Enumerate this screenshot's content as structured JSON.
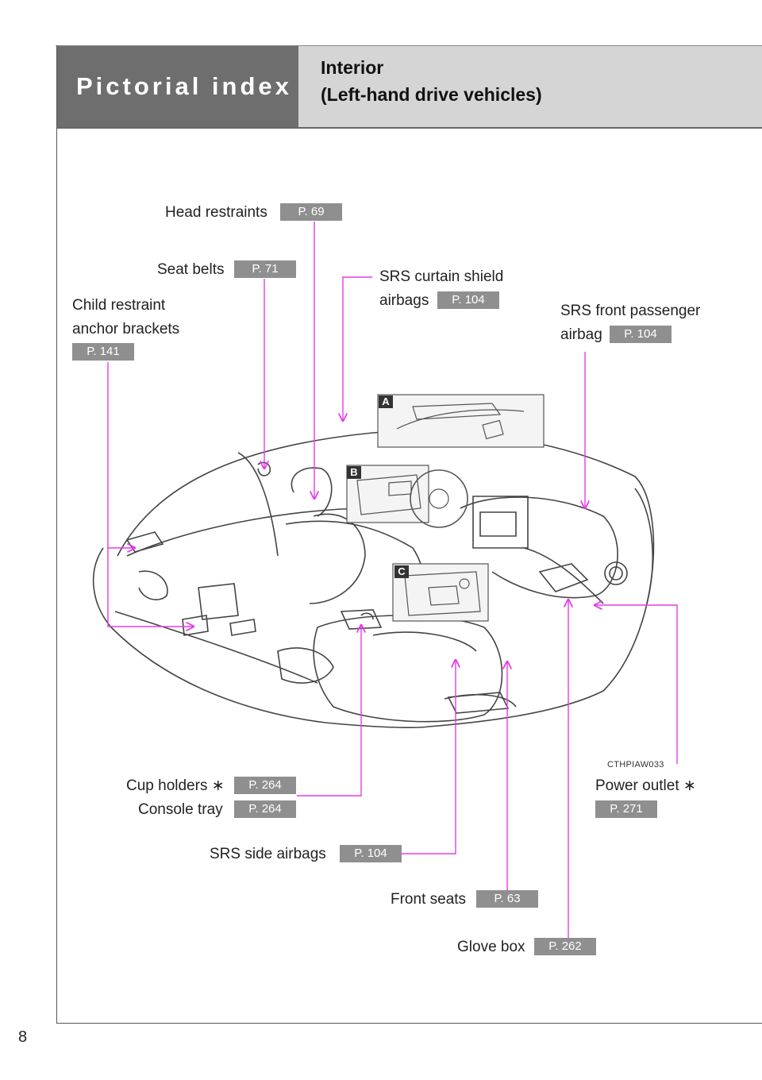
{
  "header": {
    "section": "Pictorial index",
    "title_line1": "Interior",
    "title_line2": "(Left-hand drive vehicles)"
  },
  "callouts": {
    "head_restraints": {
      "label": "Head restraints",
      "page": "P. 69"
    },
    "seat_belts": {
      "label": "Seat belts",
      "page": "P. 71"
    },
    "child_restraint": {
      "label_line1": "Child restraint",
      "label_line2": "anchor brackets",
      "page": "P. 141"
    },
    "curtain_airbags": {
      "label_line1": "SRS curtain shield",
      "label_line2": "airbags",
      "page": "P. 104"
    },
    "front_passenger_airbag": {
      "label_line1": "SRS front passenger",
      "label_line2": "airbag",
      "page": "P. 104"
    },
    "cup_holders": {
      "label": "Cup holders ∗",
      "page": "P. 264"
    },
    "console_tray": {
      "label": "Console tray",
      "page": "P. 264"
    },
    "power_outlet": {
      "label": "Power outlet ∗",
      "page": "P. 271"
    },
    "side_airbags": {
      "label": "SRS side airbags",
      "page": "P. 104"
    },
    "front_seats": {
      "label": "Front seats",
      "page": "P. 63"
    },
    "glove_box": {
      "label": "Glove box",
      "page": "P. 262"
    }
  },
  "insets": {
    "a": "A",
    "b": "B",
    "c": "C"
  },
  "figure_code": "CTHPIAW033",
  "page_number": "8",
  "colors": {
    "leader_line": "#e63ce6",
    "page_ref_bg": "#8f8f8f",
    "header_dark": "#6e6e6e",
    "header_light": "#d5d5d5"
  }
}
